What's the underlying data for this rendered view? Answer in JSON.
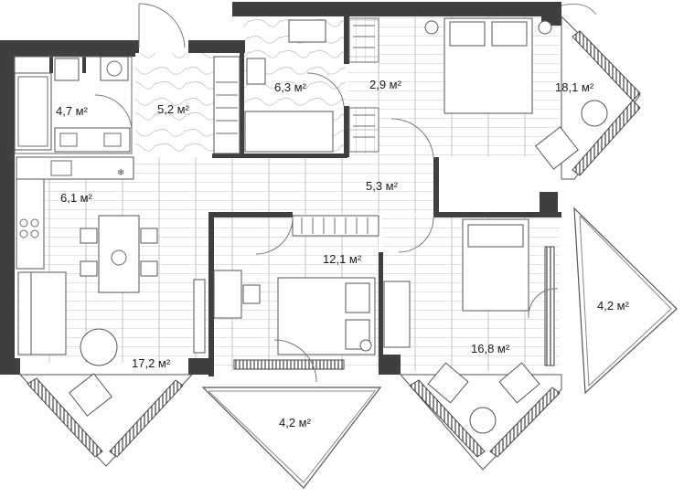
{
  "plan": {
    "rooms": [
      {
        "id": "bathroom-1",
        "area": "4,7 м²"
      },
      {
        "id": "hallway",
        "area": "5,2 м²"
      },
      {
        "id": "bathroom-2",
        "area": "6,3 м²"
      },
      {
        "id": "dressing",
        "area": "2,9 м²"
      },
      {
        "id": "bedroom-master",
        "area": "18,1 м²"
      },
      {
        "id": "corridor",
        "area": "5,3 м²"
      },
      {
        "id": "kitchen",
        "area": "6,1 м²"
      },
      {
        "id": "bedroom-2",
        "area": "12,1 м²"
      },
      {
        "id": "balcony-right",
        "area": "4,2 м²"
      },
      {
        "id": "bedroom-3",
        "area": "16,8 м²"
      },
      {
        "id": "living",
        "area": "17,2 м²"
      },
      {
        "id": "balcony-bottom",
        "area": "4,2 м²"
      }
    ]
  },
  "colors": {
    "wall": "#3d3f41",
    "line": "#6b6b6b",
    "floor": "#a9a9a9"
  }
}
